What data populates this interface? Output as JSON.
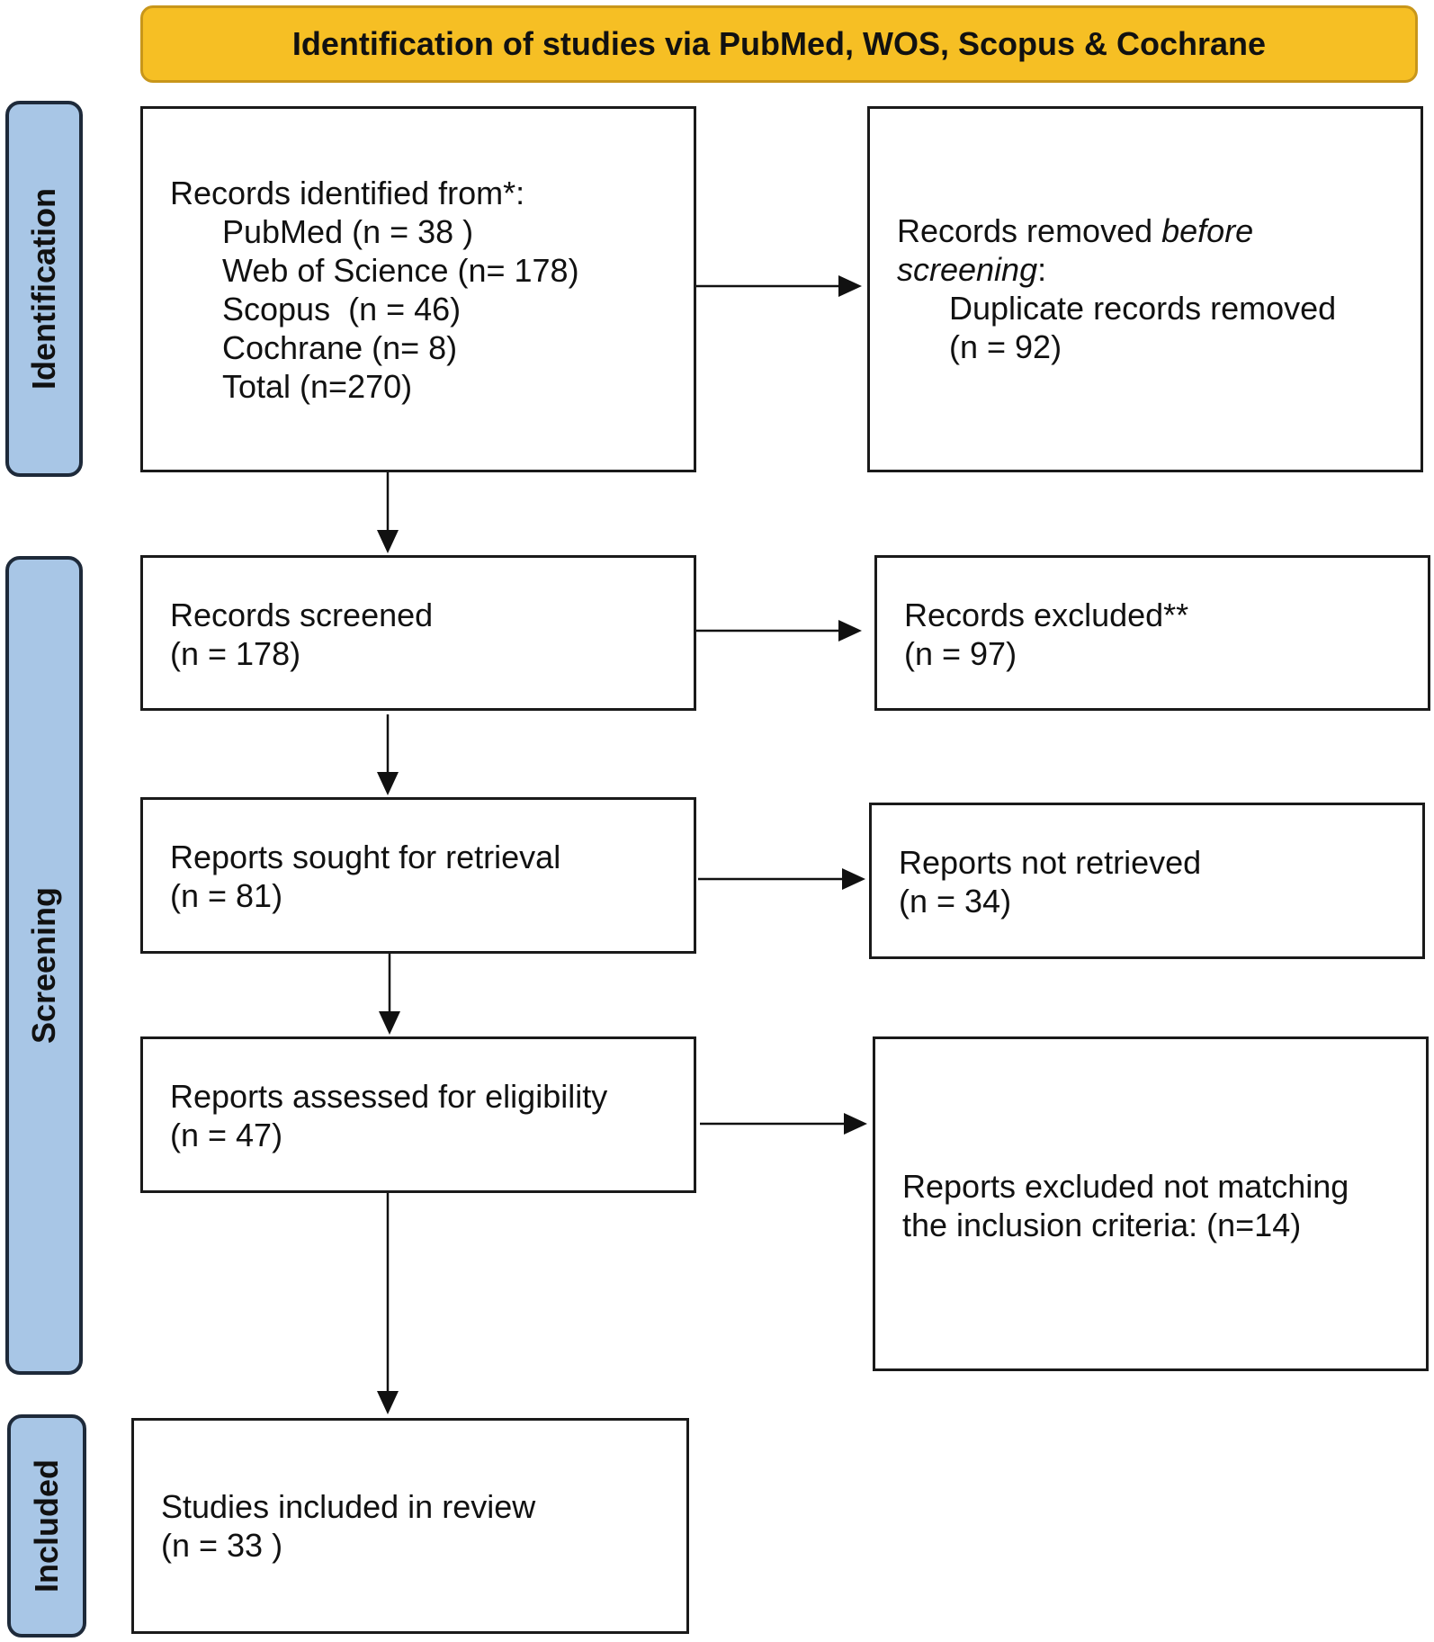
{
  "header": {
    "title": "Identification of studies via PubMed, WOS, Scopus & Cochrane"
  },
  "phases": {
    "identification": "Identification",
    "screening": "Screening",
    "included": "Included"
  },
  "boxes": {
    "identified": {
      "heading": "Records identified from*:",
      "sources": [
        "PubMed (n = 38 )",
        "Web of Science (n= 178)",
        "Scopus  (n = 46)",
        "Cochrane (n= 8)",
        "Total (n=270)"
      ]
    },
    "removed": {
      "line1_prefix": "Records removed ",
      "line1_emph": "before",
      "line2_emph": "screening",
      "line2_suffix": ":",
      "detail": "Duplicate records removed",
      "count": "(n = 92)"
    },
    "screened": {
      "label": "Records screened",
      "count": "(n = 178)"
    },
    "excluded": {
      "label": "Records excluded**",
      "count": "(n = 97)"
    },
    "sought": {
      "label": "Reports sought for retrieval",
      "count": "(n = 81)"
    },
    "not_retrieved": {
      "label": "Reports not retrieved",
      "count": "(n = 34)"
    },
    "assessed": {
      "label": "Reports assessed for eligibility",
      "count": "(n = 47)"
    },
    "excluded_criteria": {
      "line1": "Reports excluded not matching",
      "line2": "the inclusion criteria: (n=14)"
    },
    "included": {
      "label": "Studies included in review",
      "count": "(n = 33 )"
    }
  }
}
